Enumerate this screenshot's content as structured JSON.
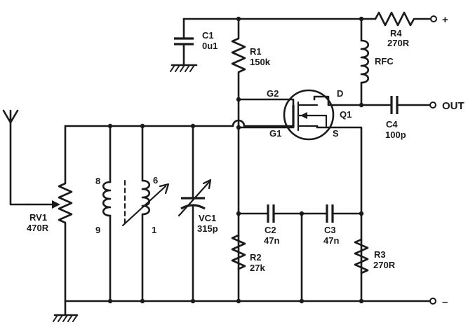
{
  "components": {
    "c1": {
      "ref": "C1",
      "value": "0u1"
    },
    "r1": {
      "ref": "R1",
      "value": "150k"
    },
    "r4": {
      "ref": "R4",
      "value": "270R"
    },
    "rfc": {
      "ref": "RFC"
    },
    "q1": {
      "ref": "Q1",
      "pins": {
        "g2": "G2",
        "g1": "G1",
        "d": "D",
        "s": "S"
      }
    },
    "c4": {
      "ref": "C4",
      "value": "100p"
    },
    "rv1": {
      "ref": "RV1",
      "value": "470R"
    },
    "coil": {
      "pins": {
        "p8": "8",
        "p9": "9",
        "p6": "6",
        "p1": "1"
      }
    },
    "vc1": {
      "ref": "VC1",
      "value": "315p"
    },
    "c2": {
      "ref": "C2",
      "value": "47n"
    },
    "c3": {
      "ref": "C3",
      "value": "47n"
    },
    "r2": {
      "ref": "R2",
      "value": "27k"
    },
    "r3": {
      "ref": "R3",
      "value": "270R"
    }
  },
  "terminals": {
    "plus": "+",
    "out": "OUT",
    "minus": "–"
  }
}
